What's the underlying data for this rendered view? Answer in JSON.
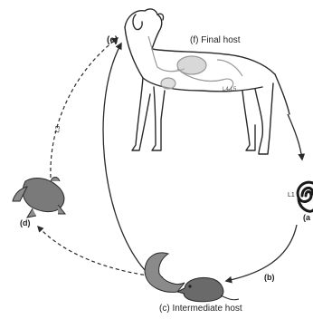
{
  "labels": {
    "e": "(e)",
    "f": "(f) Final host",
    "l3": "L3",
    "l1": "L1",
    "a": "(a",
    "d": "(d)",
    "b": "(b)",
    "c": "(c) Intermediate host",
    "l4l5": "L4-L5"
  },
  "colors": {
    "line": "#2a2a2a",
    "organ": "#9a9a9a",
    "fill_dark": "#6f6f6f",
    "fill_mid": "#8c8c8c",
    "text": "#222222"
  },
  "icons": {
    "host_final": "dog-icon",
    "host_intermediate": "rodent-icon",
    "paratenic": "frog-icon",
    "larva": "coiled-larva-icon",
    "snail": "snail-icon"
  }
}
